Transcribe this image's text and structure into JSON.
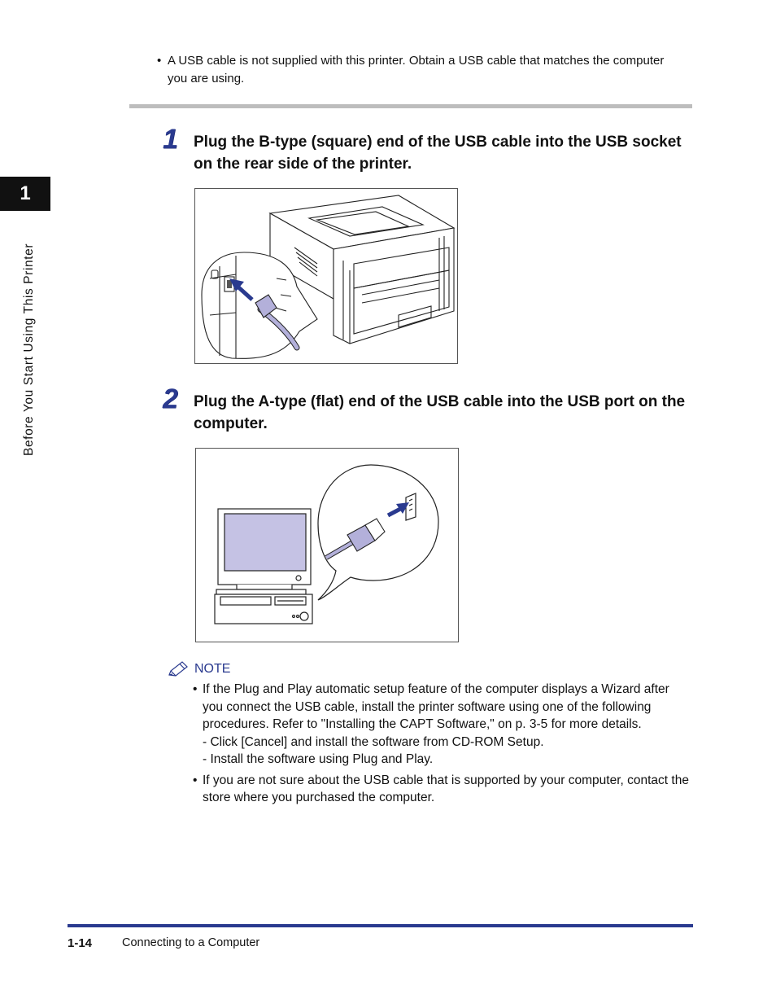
{
  "intro": {
    "bullet": "•",
    "text": "A USB cable is not supplied with this printer. Obtain a USB cable that matches the computer you are using."
  },
  "steps": [
    {
      "number": "1",
      "text": "Plug the B-type (square) end of the USB cable into the USB socket on the rear side of the printer."
    },
    {
      "number": "2",
      "text": "Plug the A-type (flat) end of the USB cable into the USB port on the computer."
    }
  ],
  "sidebar": {
    "chapter_number": "1",
    "chapter_title": "Before You Start Using This Printer"
  },
  "note": {
    "label": "NOTE",
    "bullet": "•",
    "item1": "If the Plug and Play automatic setup feature of the computer displays a Wizard after you connect the USB cable, install the printer software using one of the following procedures. Refer to \"Installing the CAPT Software,\" on p. 3-5 for more details.",
    "sub1": "- Click [Cancel] and install the software from CD-ROM Setup.",
    "sub2": "- Install the software using Plug and Play.",
    "item2": "If you are not sure about the USB cable that is supported by your computer, contact the store where you purchased the computer."
  },
  "footer": {
    "page_number": "1-14",
    "section_title": "Connecting to a Computer"
  },
  "colors": {
    "accent_blue": "#2a3a8f",
    "screen_lavender": "#c5c2e4",
    "cable_lavender": "#b3b0da"
  }
}
